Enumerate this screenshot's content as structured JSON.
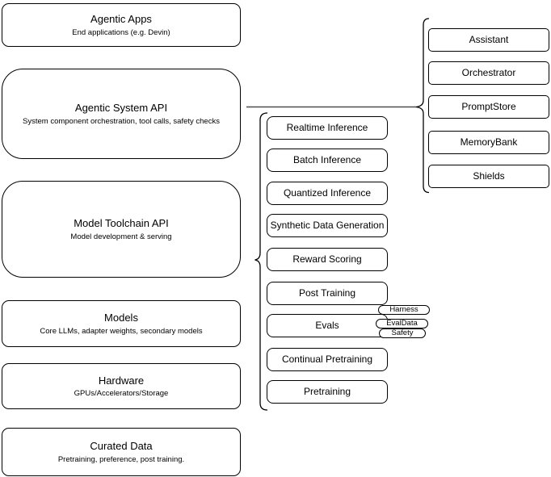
{
  "diagram": {
    "left_column": [
      {
        "title": "Agentic Apps",
        "subtitle": "End applications (e.g. Devin)"
      },
      {
        "title": "Agentic System API",
        "subtitle": "System component orchestration, tool calls, safety checks"
      },
      {
        "title": "Model Toolchain API",
        "subtitle": "Model development & serving"
      },
      {
        "title": "Models",
        "subtitle": "Core LLMs, adapter weights, secondary models"
      },
      {
        "title": "Hardware",
        "subtitle": "GPUs/Accelerators/Storage"
      },
      {
        "title": "Curated Data",
        "subtitle": "Pretraining, preference, post training."
      }
    ],
    "toolchain_services": [
      "Realtime Inference",
      "Batch Inference",
      "Quantized Inference",
      "Synthetic Data Generation",
      "Reward Scoring",
      "Post Training",
      "Evals",
      "Continual Pretraining",
      "Pretraining"
    ],
    "system_components": [
      "Assistant",
      "Orchestrator",
      "PromptStore",
      "MemoryBank",
      "Shields"
    ],
    "eval_tags": [
      "Harness",
      "EvalData",
      "Safety"
    ],
    "colors": {
      "stroke": "#000000",
      "fill": "#ffffff",
      "connector": "#4d4d4d"
    }
  }
}
